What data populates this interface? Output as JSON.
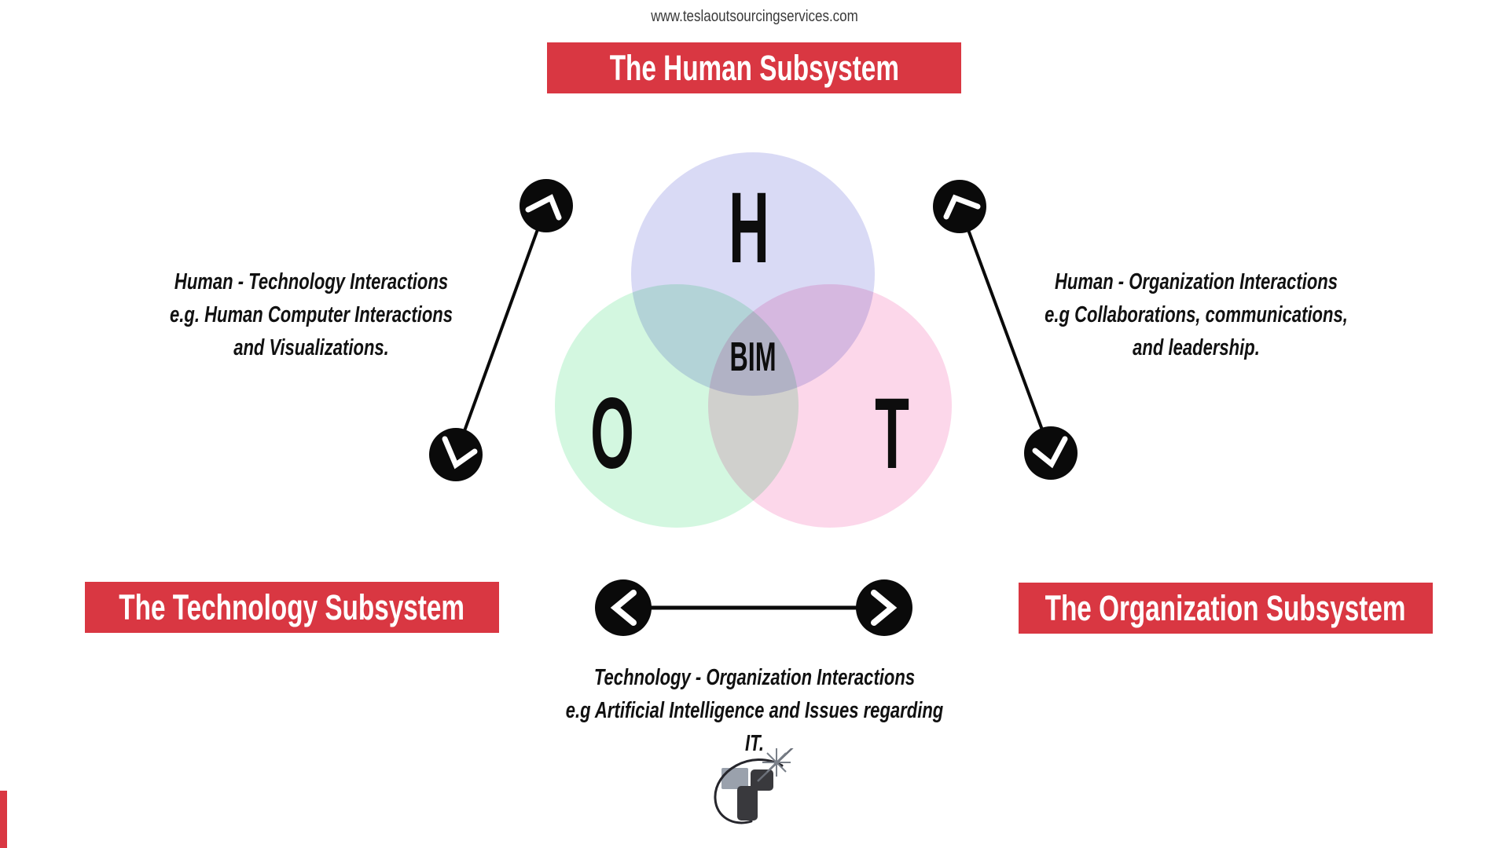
{
  "meta": {
    "website": "www.teslaoutsourcingservices.com"
  },
  "colors": {
    "banner_red": "#d93742",
    "banner_text": "#ffffff",
    "body_text": "#111111",
    "url_text": "#3a3a3a",
    "connector_black": "#0a0a0a",
    "circle_human": "#d9daf5",
    "circle_organization": "#d3f7e0",
    "circle_technology": "#fcd7ea"
  },
  "banners": {
    "human": "The Human Subsystem",
    "technology": "The Technology Subsystem",
    "organization": "The Organization Subsystem"
  },
  "venn": {
    "human_letter": "H",
    "organization_letter": "O",
    "technology_letter": "T",
    "center_label": "BIM"
  },
  "annotations": {
    "human_technology": {
      "line1": "Human - Technology Interactions",
      "line2": "e.g. Human Computer Interactions",
      "line3": "and Visualizations."
    },
    "human_organization": {
      "line1": "Human - Organization Interactions",
      "line2": "e.g Collaborations, communications,",
      "line3": "and leadership."
    },
    "technology_organization": {
      "line1": "Technology - Organization Interactions",
      "line2": "e.g Artificial Intelligence and Issues regarding IT."
    }
  }
}
